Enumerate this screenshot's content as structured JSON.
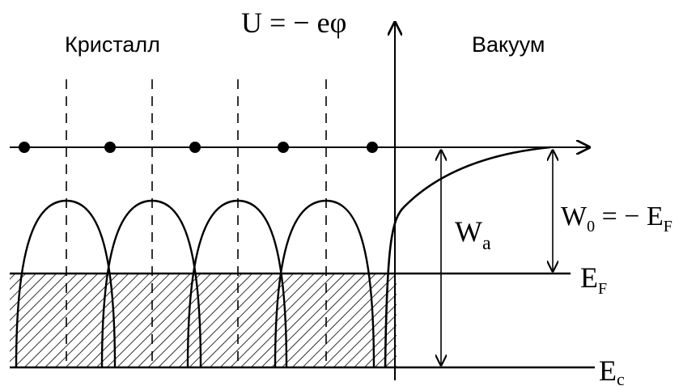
{
  "labels": {
    "crystal": "Кристалл",
    "vacuum": "Вакуум",
    "potential": "U = − eφ",
    "wa_main": "W",
    "wa_sub": "a",
    "w0_main": "W",
    "w0_sub": "0",
    "w0_rest": " = − E",
    "w0_rest_sub": "F",
    "ef_main": "E",
    "ef_sub": "F",
    "ec_main": "E",
    "ec_sub": "c"
  },
  "colors": {
    "ink": "#000000",
    "background": "#ffffff"
  }
}
